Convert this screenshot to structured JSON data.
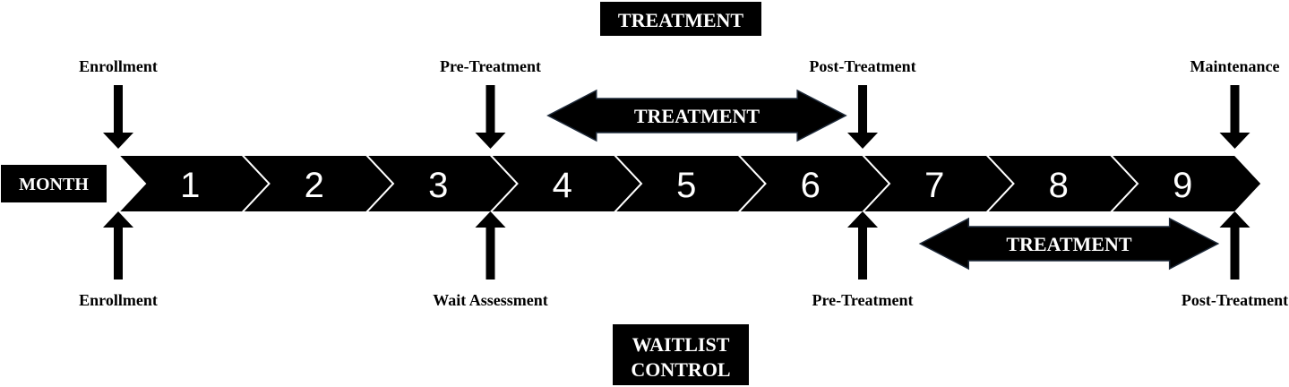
{
  "colors": {
    "fill": "#000000",
    "text_on_dark": "#ffffff",
    "text": "#000000",
    "background": "#ffffff"
  },
  "top_group": {
    "label": "TREATMENT",
    "milestones": [
      {
        "label": "Enrollment",
        "month_boundary": 0
      },
      {
        "label": "Pre-Treatment",
        "month_boundary": 3
      },
      {
        "label": "Post-Treatment",
        "month_boundary": 6
      },
      {
        "label": "Maintenance",
        "month_boundary": 9
      }
    ],
    "treatment_arrow": {
      "label": "TREATMENT",
      "start_month": 3.5,
      "end_month": 5.9
    }
  },
  "timeline": {
    "label": "MONTH",
    "months": [
      "1",
      "2",
      "3",
      "4",
      "5",
      "6",
      "7",
      "8",
      "9"
    ]
  },
  "bottom_group": {
    "label_line1": "WAITLIST",
    "label_line2": "CONTROL",
    "milestones": [
      {
        "label": "Enrollment",
        "month_boundary": 0
      },
      {
        "label": "Wait Assessment",
        "month_boundary": 3
      },
      {
        "label": "Pre-Treatment",
        "month_boundary": 6
      },
      {
        "label": "Post-Treatment",
        "month_boundary": 9
      }
    ],
    "treatment_arrow": {
      "label": "TREATMENT",
      "start_month": 6.5,
      "end_month": 8.9
    }
  }
}
